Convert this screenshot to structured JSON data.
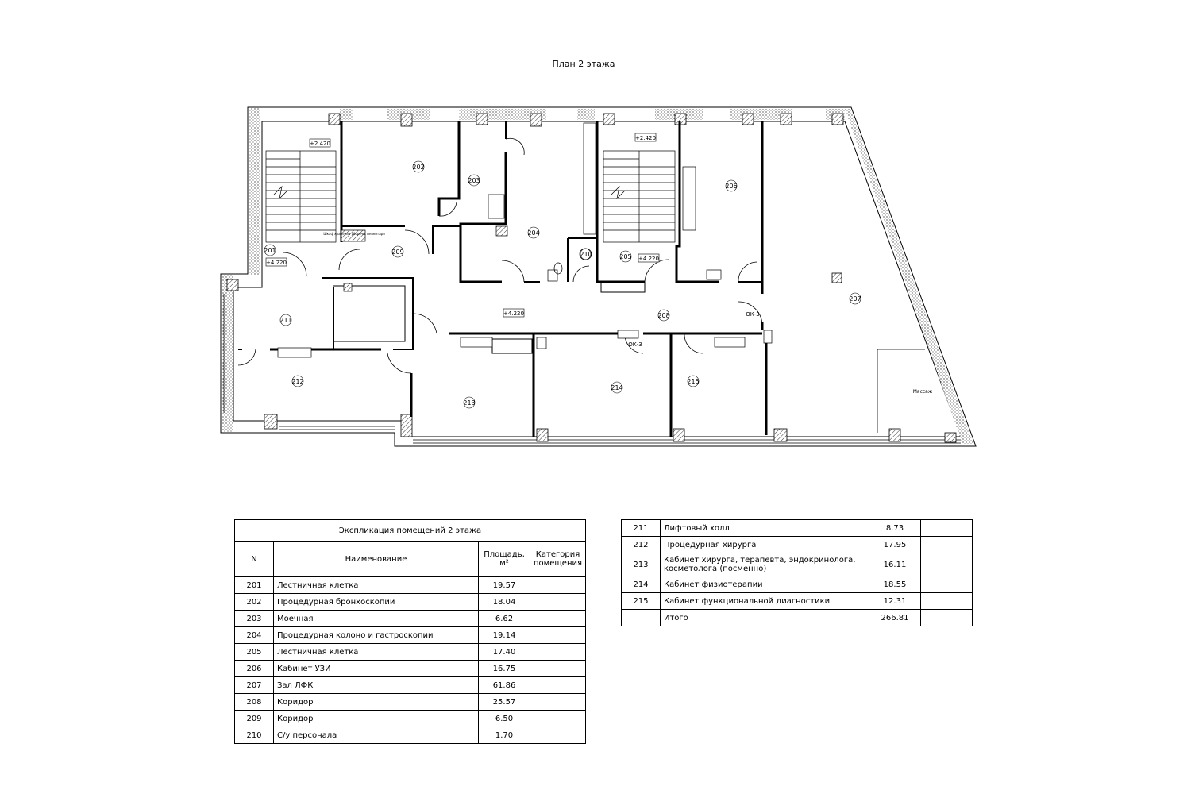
{
  "plan": {
    "title": "План 2 этажа",
    "elevations": [
      "+2.420",
      "+4.220",
      "+2.420",
      "+4.220",
      "+4.220"
    ],
    "rooms": [
      "201",
      "202",
      "203",
      "204",
      "205",
      "206",
      "207",
      "208",
      "209",
      "210",
      "211",
      "212",
      "213",
      "214",
      "215"
    ],
    "notes": {
      "ok3_a": "ОК-3",
      "ok3_b": "ОК-3",
      "massage": "Массаж",
      "cabinet": "Шкаф хранения\nуборочн. инвентаря"
    }
  },
  "explication": {
    "title": "Экспликация помещений 2 этажа",
    "headers": {
      "n": "N",
      "name": "Наименование",
      "area": "Площадь, м²",
      "category": "Категория помещения"
    },
    "rows_left": [
      {
        "n": "201",
        "name": "Лестничная клетка",
        "area": "19.57"
      },
      {
        "n": "202",
        "name": "Процедурная бронхоскопии",
        "area": "18.04"
      },
      {
        "n": "203",
        "name": "Моечная",
        "area": "6.62"
      },
      {
        "n": "204",
        "name": "Процедурная колоно и гастроскопии",
        "area": "19.14"
      },
      {
        "n": "205",
        "name": "Лестничная клетка",
        "area": "17.40"
      },
      {
        "n": "206",
        "name": "Кабинет УЗИ",
        "area": "16.75"
      },
      {
        "n": "207",
        "name": "Зал ЛФК",
        "area": "61.86"
      },
      {
        "n": "208",
        "name": "Коридор",
        "area": "25.57"
      },
      {
        "n": "209",
        "name": "Коридор",
        "area": "6.50"
      },
      {
        "n": "210",
        "name": "С/у персонала",
        "area": "1.70"
      }
    ],
    "rows_right": [
      {
        "n": "211",
        "name": "Лифтовый холл",
        "area": "8.73"
      },
      {
        "n": "212",
        "name": "Процедурная хирурга",
        "area": "17.95"
      },
      {
        "n": "213",
        "name": "Кабинет хирурга, терапевта, эндокринолога, косметолога (посменно)",
        "area": "16.11"
      },
      {
        "n": "214",
        "name": "Кабинет физиотерапии",
        "area": "18.55"
      },
      {
        "n": "215",
        "name": "Кабинет функциональной диагностики",
        "area": "12.31"
      },
      {
        "n": "",
        "name": "Итого",
        "area": "266.81"
      }
    ]
  }
}
